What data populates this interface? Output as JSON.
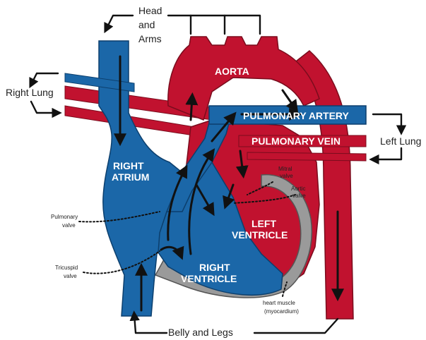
{
  "colors": {
    "oxygenated": "#c1122f",
    "deoxygenated": "#1b67a8",
    "muscle": "#9a9a9a",
    "arrows": "#111111"
  },
  "labels": {
    "head_and_arms": [
      "Head",
      "and",
      "Arms"
    ],
    "right_lung": "Right Lung",
    "left_lung": "Left Lung",
    "aorta": "AORTA",
    "pulmonary_artery": "PULMONARY ARTERY",
    "pulmonary_vein": "PULMONARY VEIN",
    "right_atrium": [
      "RIGHT",
      "ATRIUM"
    ],
    "left_ventricle": [
      "LEFT",
      "VENTRICLE"
    ],
    "right_ventricle": [
      "RIGHT",
      "VENTRICLE"
    ],
    "mitral_valve": [
      "Mitral",
      "valve"
    ],
    "aortic_valve": [
      "Aortic",
      "valve"
    ],
    "pulmonary_valve": [
      "Pulmonary",
      "valve"
    ],
    "tricuspid_valve": [
      "Tricuspid",
      "valve"
    ],
    "heart_muscle": [
      "heart muscle",
      "(myocardium)"
    ],
    "belly_and_legs": "Belly and Legs"
  }
}
